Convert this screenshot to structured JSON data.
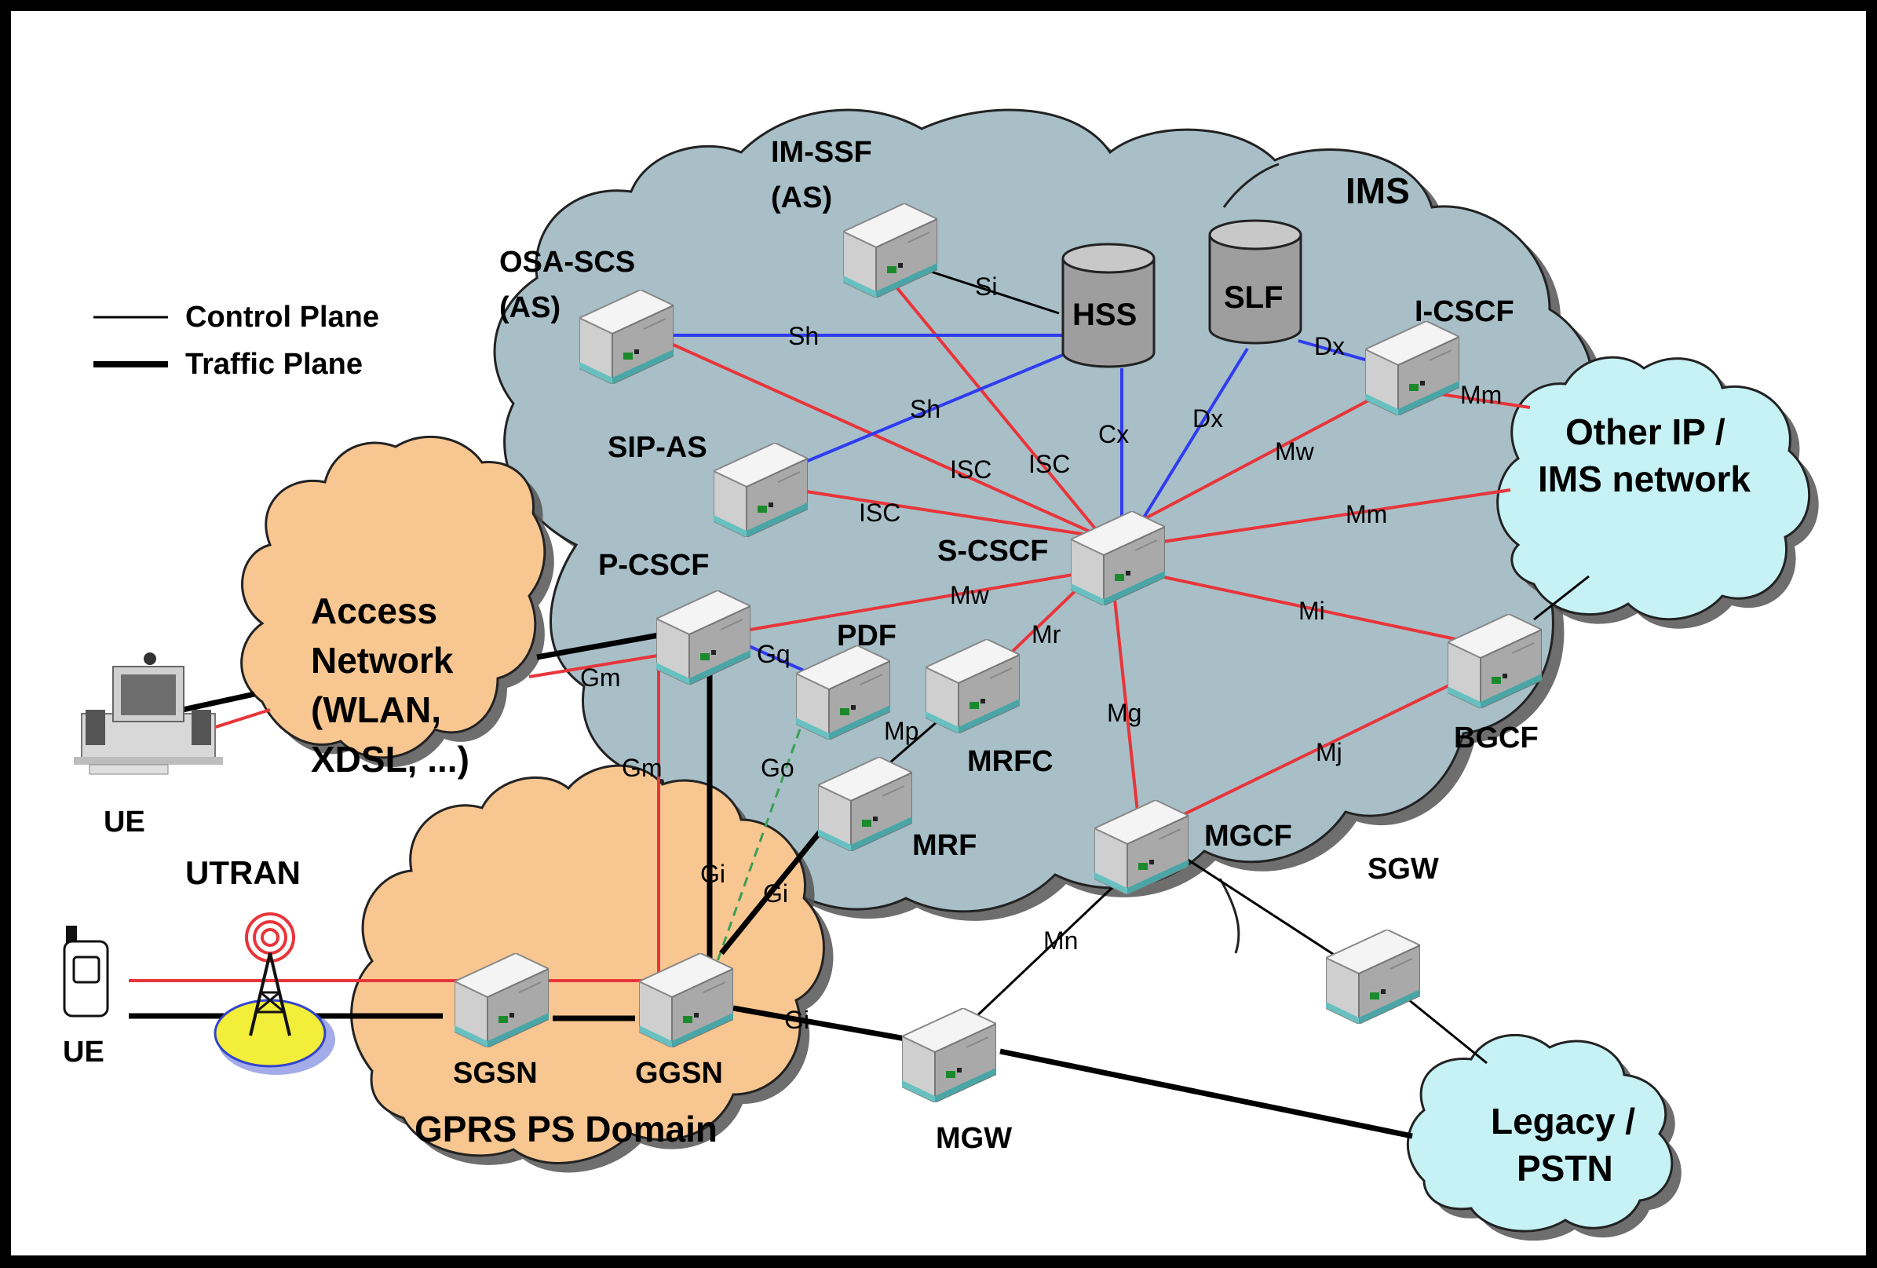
{
  "legend": {
    "control_plane": "Control Plane",
    "traffic_plane": "Traffic Plane"
  },
  "clouds": {
    "ims": "IMS",
    "access": [
      "Access",
      "Network",
      "(WLAN,",
      "XDSL, ...)"
    ],
    "gprs": "GPRS PS Domain",
    "other_ip": [
      "Other IP /",
      "IMS network"
    ],
    "legacy": [
      "Legacy /",
      "PSTN"
    ]
  },
  "nodes": {
    "im_ssf": [
      "IM-SSF",
      "(AS)"
    ],
    "osa_scs": [
      "OSA-SCS",
      "(AS)"
    ],
    "sip_as": "SIP-AS",
    "hss": "HSS",
    "slf": "SLF",
    "i_cscf": "I-CSCF",
    "s_cscf": "S-CSCF",
    "p_cscf": "P-CSCF",
    "pdf": "PDF",
    "mrfc": "MRFC",
    "mrf": "MRF",
    "bgcf": "BGCF",
    "mgcf": "MGCF",
    "sgw": "SGW",
    "mgw": "MGW",
    "sgsn": "SGSN",
    "ggsn": "GGSN",
    "utran": "UTRAN",
    "ue_pc": "UE",
    "ue_mobile": "UE"
  },
  "interfaces": {
    "si": "Si",
    "sh1": "Sh",
    "sh2": "Sh",
    "isc1": "ISC",
    "isc2": "ISC",
    "isc3": "ISC",
    "cx": "Cx",
    "dx1": "Dx",
    "dx2": "Dx",
    "mw1": "Mw",
    "mw2": "Mw",
    "mm1": "Mm",
    "mm2": "Mm",
    "mi": "Mi",
    "mr": "Mr",
    "mp": "Mp",
    "mg": "Mg",
    "mj": "Mj",
    "mn": "Mn",
    "gq": "Gq",
    "go": "Go",
    "gm1": "Gm",
    "gm2": "Gm",
    "gi1": "Gi",
    "gi2": "Gi",
    "gi3": "Gi"
  },
  "colors": {
    "ims_cloud": "#a8bfc8",
    "access_cloud": "#f8c690",
    "ip_cloud": "#c6f2f5",
    "control_red": "#e8353a",
    "control_blue": "#2f3cf0",
    "go_green": "#3aa055",
    "traffic": "#000000"
  }
}
